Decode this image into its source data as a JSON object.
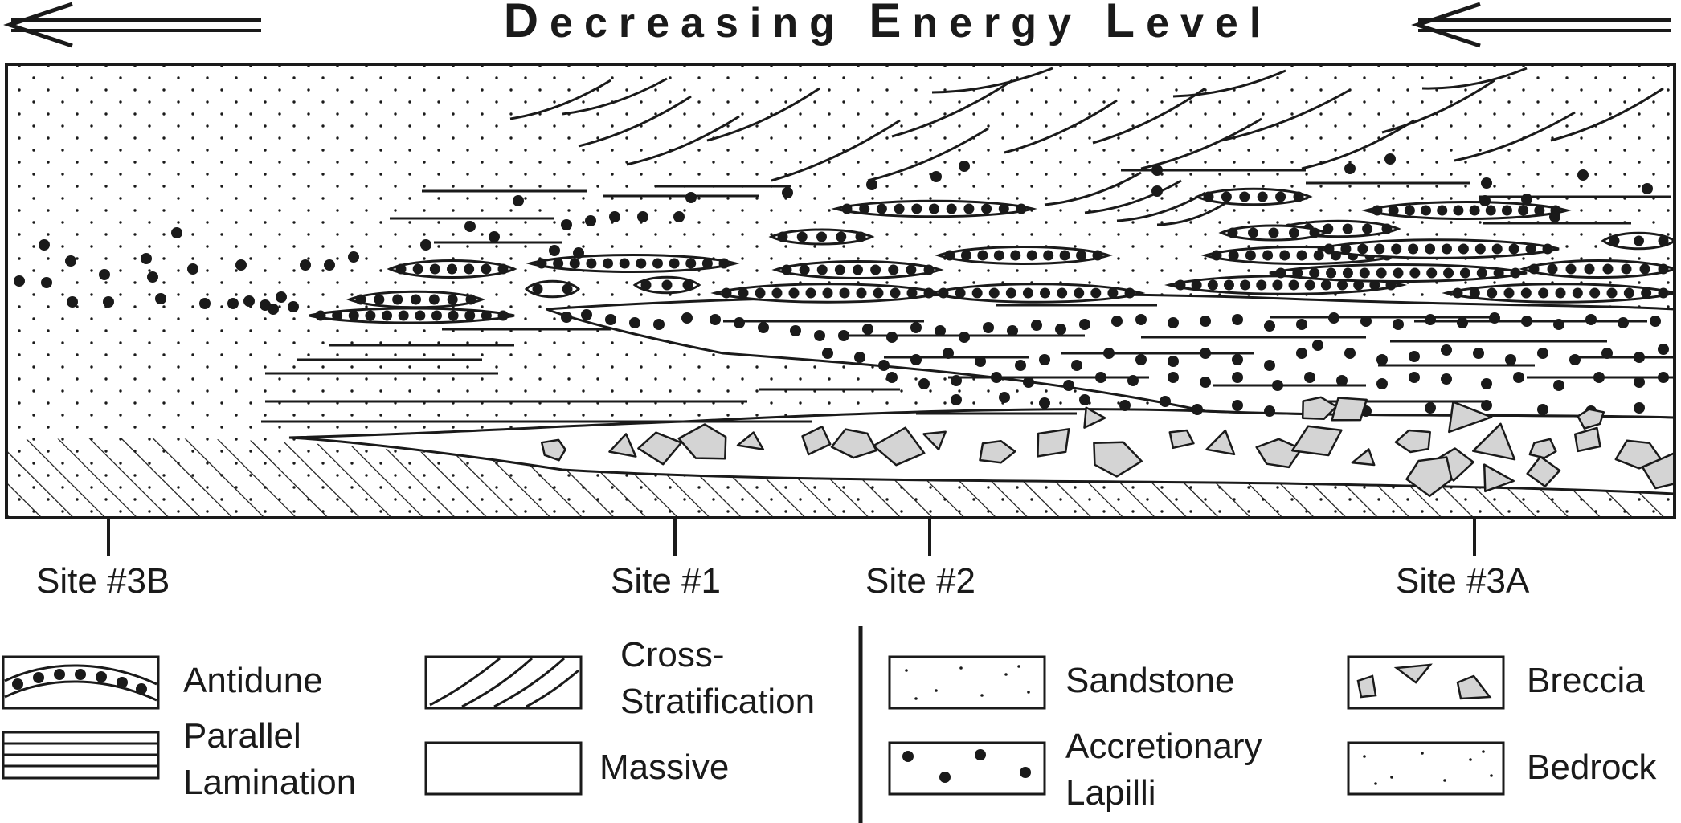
{
  "title": {
    "parts": [
      {
        "cap": "D",
        "rest": "ecreasing "
      },
      {
        "cap": "E",
        "rest": "nergy "
      },
      {
        "cap": "L",
        "rest": "evel"
      }
    ]
  },
  "sites": [
    "Site #3B",
    "Site #1",
    "Site #2",
    "Site #3A"
  ],
  "legend": {
    "antidune": "Antidune",
    "parallel_lines": [
      "Parallel",
      "Lamination"
    ],
    "cross_lines": [
      "Cross-",
      "Stratification"
    ],
    "massive": "Massive",
    "sandstone": "Sandstone",
    "lapilli_lines": [
      "Accretionary",
      "Lapilli"
    ],
    "breccia": "Breccia",
    "bedrock": "Bedrock"
  },
  "colors": {
    "ink": "#1a1a1a",
    "clast_fill": "#d4d4d4",
    "background": "#ffffff"
  }
}
